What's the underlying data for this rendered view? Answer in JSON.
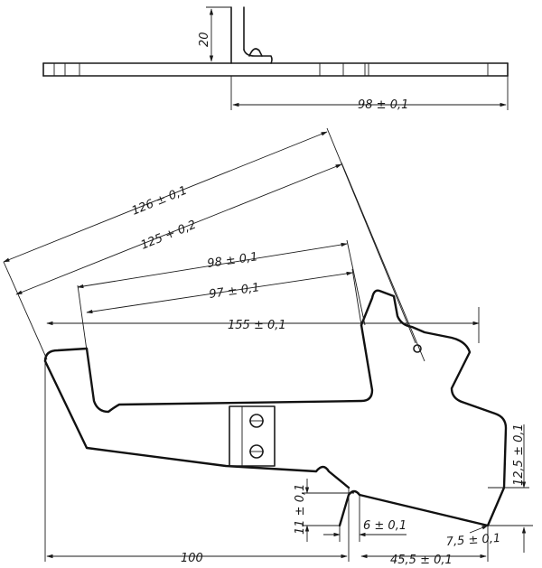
{
  "drawing": {
    "top_view": {
      "height_dim": "20",
      "length_dim": "98 ± 0,1"
    },
    "main_view": {
      "dims": {
        "d126": "126 ± 0,1",
        "d125": "125 + 0,2",
        "d98": "98 ± 0,1",
        "d97": "97 ± 0,1",
        "d155": "155 ± 0,1",
        "d100": "100",
        "d12_5": "12,5 ± 0,1",
        "d11": "11 ± 0,1",
        "d6": "6 ± 0,1",
        "d7_5": "7,5 ± 0,1",
        "d45_5": "45,5 ± 0,1"
      }
    }
  }
}
